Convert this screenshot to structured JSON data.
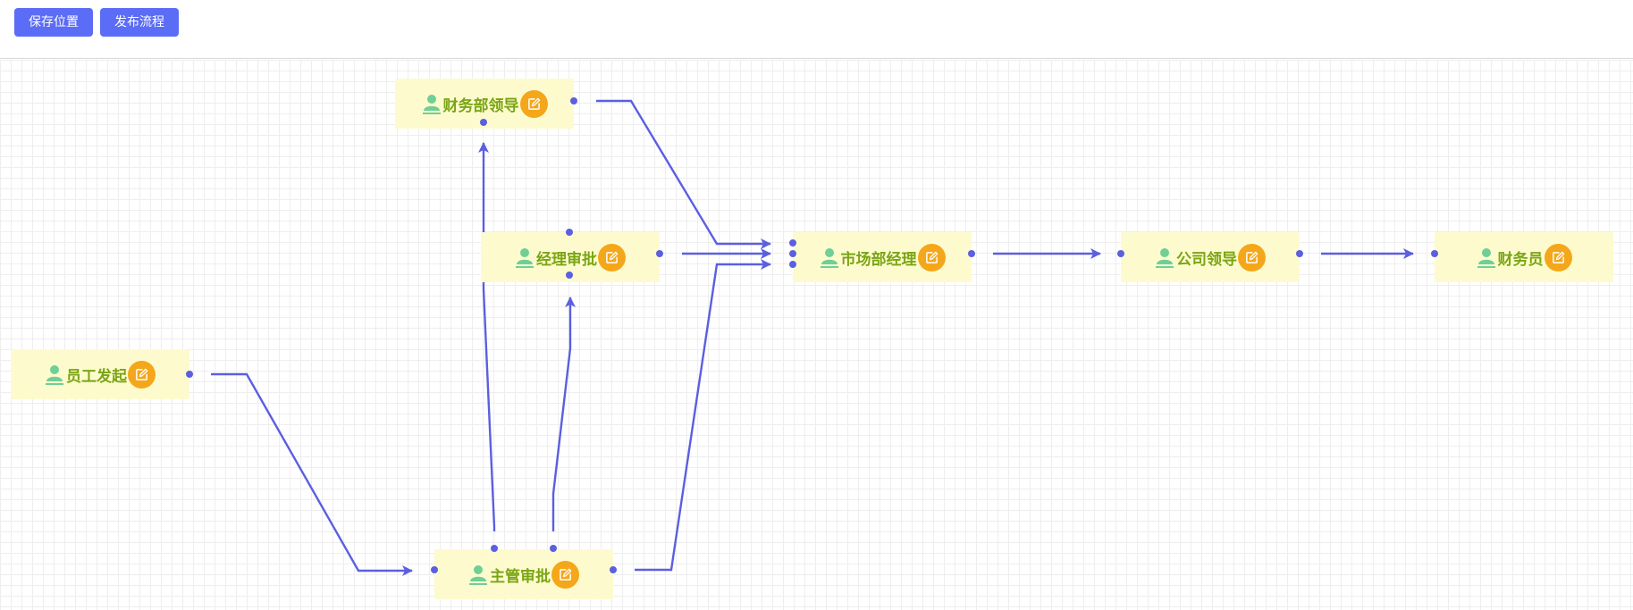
{
  "toolbar": {
    "save_label": "保存位置",
    "publish_label": "发布流程"
  },
  "colors": {
    "button": "#5b6cf6",
    "node_fill": "#fdfbcd",
    "node_text": "#7aa515",
    "edit_button": "#f4a71a",
    "edge": "#5b5fe0",
    "user_icon": "#6fcf97"
  },
  "nodes": [
    {
      "id": "staff",
      "label": "员工发起",
      "icon": "user-icon",
      "action_icon": "edit-icon"
    },
    {
      "id": "finance-lead",
      "label": "财务部领导",
      "icon": "user-icon",
      "action_icon": "edit-icon"
    },
    {
      "id": "manager",
      "label": "经理审批",
      "icon": "user-icon",
      "action_icon": "edit-icon"
    },
    {
      "id": "market-manager",
      "label": "市场部经理",
      "icon": "user-icon",
      "action_icon": "edit-icon"
    },
    {
      "id": "company-lead",
      "label": "公司领导",
      "icon": "user-icon",
      "action_icon": "edit-icon"
    },
    {
      "id": "accountant",
      "label": "财务员",
      "icon": "user-icon",
      "action_icon": "edit-icon"
    },
    {
      "id": "supervisor",
      "label": "主管审批",
      "icon": "user-icon",
      "action_icon": "edit-icon"
    }
  ],
  "edges": [
    {
      "from": "staff",
      "to": "supervisor"
    },
    {
      "from": "supervisor",
      "to": "finance-lead"
    },
    {
      "from": "supervisor",
      "to": "manager"
    },
    {
      "from": "supervisor",
      "to": "market-manager"
    },
    {
      "from": "finance-lead",
      "to": "market-manager"
    },
    {
      "from": "manager",
      "to": "market-manager"
    },
    {
      "from": "market-manager",
      "to": "company-lead"
    },
    {
      "from": "company-lead",
      "to": "accountant"
    }
  ]
}
